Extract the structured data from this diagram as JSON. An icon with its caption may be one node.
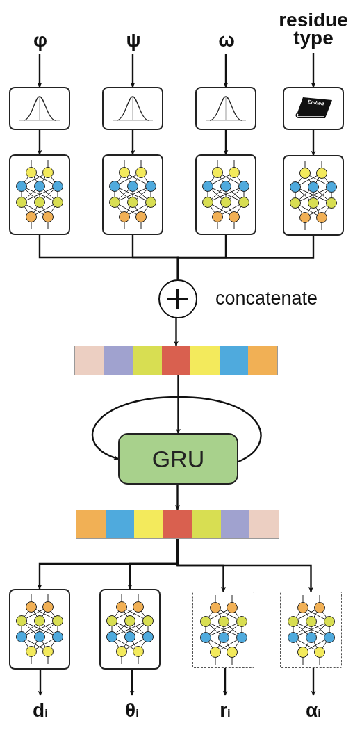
{
  "diagram": {
    "nodes": [
      {
        "text": [
          "φ"
        ]
      },
      {
        "text": [
          "ψ"
        ]
      },
      {
        "text": [
          "ω"
        ]
      },
      {
        "text": [
          "residue type"
        ]
      },
      {
        "text": [],
        "shape": "box"
      },
      {
        "text": [],
        "shape": "box"
      },
      {
        "text": [],
        "shape": "box"
      },
      {
        "text": [
          "Embed"
        ]
      },
      {
        "text": [],
        "shape": "box"
      },
      {
        "text": [],
        "shape": "box"
      },
      {
        "text": [],
        "shape": "box"
      },
      {
        "text": [],
        "shape": "box"
      },
      {
        "text": [],
        "shape": "circle",
        "beside": [
          "concatenate"
        ]
      },
      {
        "text": [],
        "shape": "bar"
      },
      {
        "text": [
          "GRU"
        ]
      },
      {
        "text": [],
        "shape": "bar"
      },
      {
        "text": [],
        "shape": "box"
      },
      {
        "text": [],
        "shape": "box"
      },
      {
        "text": [],
        "shape": "box"
      },
      {
        "text": [],
        "shape": "box"
      },
      {
        "text": [
          "d$_{i}$"
        ]
      },
      {
        "text": [
          "θ$_{i}$"
        ]
      },
      {
        "text": [
          "r$_{i}$"
        ]
      },
      {
        "text": [
          "α$_{i}$"
        ]
      }
    ],
    "edges": [
      {
        "from": 0,
        "to": 4,
        "arrow": "to"
      },
      {
        "from": 1,
        "to": 5,
        "arrow": "to"
      },
      {
        "from": 2,
        "to": 6,
        "arrow": "to"
      },
      {
        "from": 3,
        "to": 7,
        "arrow": "to"
      },
      {
        "from": 4,
        "to": 8,
        "arrow": "to"
      },
      {
        "from": 5,
        "to": 9,
        "arrow": "to"
      },
      {
        "from": 6,
        "to": 10,
        "arrow": "to"
      },
      {
        "from": 7,
        "to": 11,
        "arrow": "to"
      },
      {
        "from": 8,
        "to": 12,
        "arrow": "none"
      },
      {
        "from": 9,
        "to": 12,
        "arrow": "none"
      },
      {
        "from": 10,
        "to": 12,
        "arrow": "none"
      },
      {
        "from": 11,
        "to": 12,
        "arrow": "none"
      },
      {
        "from": 12,
        "to": 13,
        "arrow": "to"
      },
      {
        "from": 13,
        "to": 14,
        "arrow": "to"
      },
      {
        "from": 14,
        "to": 14,
        "arrow": "to"
      },
      {
        "from": 14,
        "to": 15,
        "arrow": "to"
      },
      {
        "from": 15,
        "to": 16,
        "arrow": "to"
      },
      {
        "from": 15,
        "to": 17,
        "arrow": "to"
      },
      {
        "from": 15,
        "to": 18,
        "arrow": "to"
      },
      {
        "from": 15,
        "to": 19,
        "arrow": "to"
      },
      {
        "from": 16,
        "to": 20,
        "arrow": "to"
      },
      {
        "from": 17,
        "to": 21,
        "arrow": "to"
      },
      {
        "from": 18,
        "to": 22,
        "arrow": "to"
      },
      {
        "from": 19,
        "to": 23,
        "arrow": "to"
      }
    ]
  }
}
